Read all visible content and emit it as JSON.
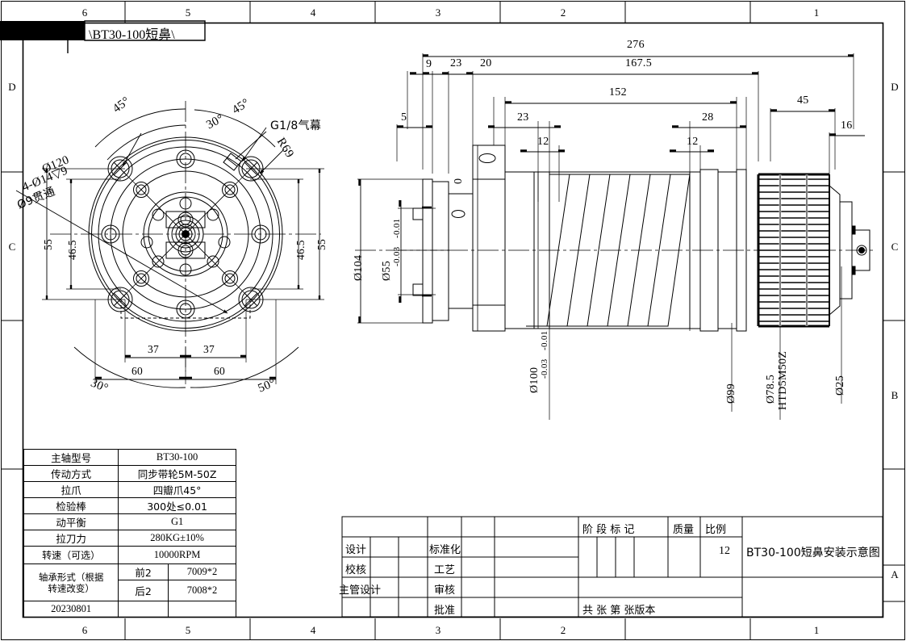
{
  "sheet": {
    "title_tab": "\\BT30-100短鼻\\",
    "zones_top": [
      "6",
      "5",
      "4",
      "3",
      "2",
      "1"
    ],
    "zones_bottom": [
      "6",
      "5",
      "4",
      "3",
      "2",
      "1"
    ],
    "zones_left": [
      "D",
      "C",
      "B",
      "A"
    ],
    "zones_right": [
      "D",
      "C",
      "B",
      "A"
    ]
  },
  "front_view": {
    "labels": [
      {
        "id": "angle-45-left",
        "text": "45°"
      },
      {
        "id": "angle-45-right",
        "text": "45°"
      },
      {
        "id": "angle-30-top",
        "text": "30°"
      },
      {
        "id": "air-curtain",
        "text": "G1/8气幕"
      },
      {
        "id": "radius-r69",
        "text": "R69"
      },
      {
        "id": "dia-120",
        "text": "Ø120"
      },
      {
        "id": "four-dia-14",
        "text": "4-Ø14▽9"
      },
      {
        "id": "dia-9-through",
        "text": "Ø9贯通"
      },
      {
        "id": "dim-55-left",
        "text": "55"
      },
      {
        "id": "dim-46-5-left",
        "text": "46.5"
      },
      {
        "id": "dim-46-5-right",
        "text": "46.5"
      },
      {
        "id": "dim-55-right",
        "text": "55"
      },
      {
        "id": "dim-37-left",
        "text": "37"
      },
      {
        "id": "dim-37-right",
        "text": "37"
      },
      {
        "id": "dim-60-left",
        "text": "60"
      },
      {
        "id": "dim-60-right",
        "text": "60"
      },
      {
        "id": "angle-30-bottom",
        "text": "30°"
      },
      {
        "id": "angle-50-bottom",
        "text": "50°"
      }
    ]
  },
  "side_view": {
    "top_dims": [
      "276",
      "167.5",
      "9",
      "23",
      "20",
      "152",
      "45"
    ],
    "mid_dims": [
      "5",
      "23",
      "12",
      "28",
      "12",
      "16"
    ],
    "diameters": [
      {
        "id": "dia-104",
        "text": "Ø104"
      },
      {
        "id": "dia-55",
        "text": "Ø55"
      },
      {
        "id": "dia-55-tol-upper",
        "text": "-0.01"
      },
      {
        "id": "dia-55-tol-lower",
        "text": "-0.03"
      },
      {
        "id": "dia-100",
        "text": "Ø100"
      },
      {
        "id": "dia-100-tol-upper",
        "text": "-0.01"
      },
      {
        "id": "dia-100-tol-lower",
        "text": "-0.03"
      },
      {
        "id": "dia-99",
        "text": "Ø99"
      },
      {
        "id": "dia-78-5",
        "text": "Ø78.5"
      },
      {
        "id": "belt-code",
        "text": "HTD5M50Z"
      },
      {
        "id": "dia-25",
        "text": "Ø25"
      }
    ],
    "zero_mark": "0"
  },
  "spec_table": {
    "rows": [
      {
        "label": "主轴型号",
        "value": "BT30-100"
      },
      {
        "label": "传动方式",
        "value": "同步带轮5M-50Z"
      },
      {
        "label": "拉爪",
        "value": "四瓣爪45°"
      },
      {
        "label": "检验棒",
        "value": "300处≤0.01"
      },
      {
        "label": "动平衡",
        "value": "G1"
      },
      {
        "label": "拉刀力",
        "value": "280KG±10%"
      },
      {
        "label": "转速（可选）",
        "value": "10000RPM"
      }
    ],
    "bearing": {
      "label_line1": "轴承形式（根据",
      "label_line2": "转速改变）",
      "front_label": "前2",
      "front_value": "7009*2",
      "rear_label": "后2",
      "rear_value": "7008*2"
    },
    "date": "20230801"
  },
  "title_block": {
    "stage_mark": "阶 段 标 记",
    "quality": "质量",
    "scale": "比例",
    "scale_value": "12",
    "drawing_name": "BT30-100短鼻安装示意图",
    "design": "设计",
    "check": "校核",
    "chief_design": "主管设计",
    "standardize": "标准化",
    "process": "工艺",
    "review": "审核",
    "approve": "批准",
    "sheet_info": "共 张 第 张版本"
  }
}
